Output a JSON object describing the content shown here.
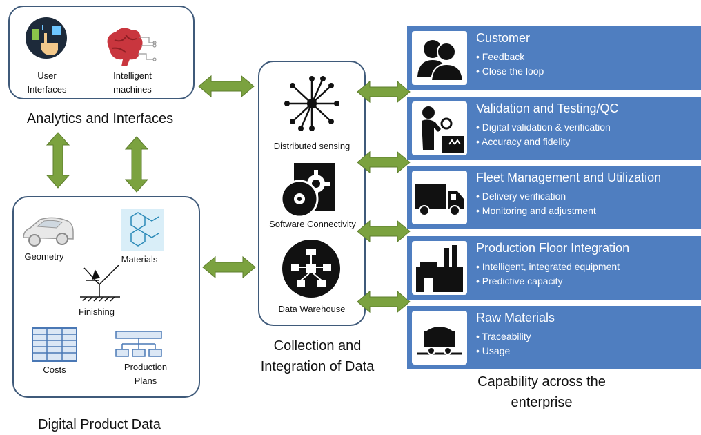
{
  "analytics": {
    "title": "Analytics and Interfaces",
    "user_interfaces": [
      "User",
      "Interfaces"
    ],
    "intelligent_machines": [
      "Intelligent",
      "machines"
    ]
  },
  "product_data": {
    "title": "Digital Product Data",
    "geometry": "Geometry",
    "materials": "Materials",
    "finishing": "Finishing",
    "costs": "Costs",
    "production_plans": [
      "Production",
      "Plans"
    ]
  },
  "collection": {
    "title": [
      "Collection and",
      "Integration of Data"
    ],
    "distributed_sensing": "Distributed sensing",
    "software_connectivity": "Software Connectivity",
    "data_warehouse": "Data Warehouse"
  },
  "enterprise": {
    "title": [
      "Capability across the",
      "enterprise"
    ],
    "cards": [
      {
        "title": "Customer",
        "bullets": [
          "Feedback",
          "Close the loop"
        ]
      },
      {
        "title": "Validation and Testing/QC",
        "bullets": [
          "Digital validation & verification",
          "Accuracy and fidelity"
        ]
      },
      {
        "title": "Fleet Management and Utilization",
        "bullets": [
          "Delivery verification",
          "Monitoring and adjustment"
        ]
      },
      {
        "title": "Production Floor Integration",
        "bullets": [
          "Intelligent, integrated equipment",
          "Predictive capacity"
        ]
      },
      {
        "title": "Raw Materials",
        "bullets": [
          "Traceability",
          "Usage"
        ]
      }
    ]
  },
  "colors": {
    "border": "#3f5a7a",
    "arrow": "#7ba23f",
    "card": "#4f7ec0"
  }
}
